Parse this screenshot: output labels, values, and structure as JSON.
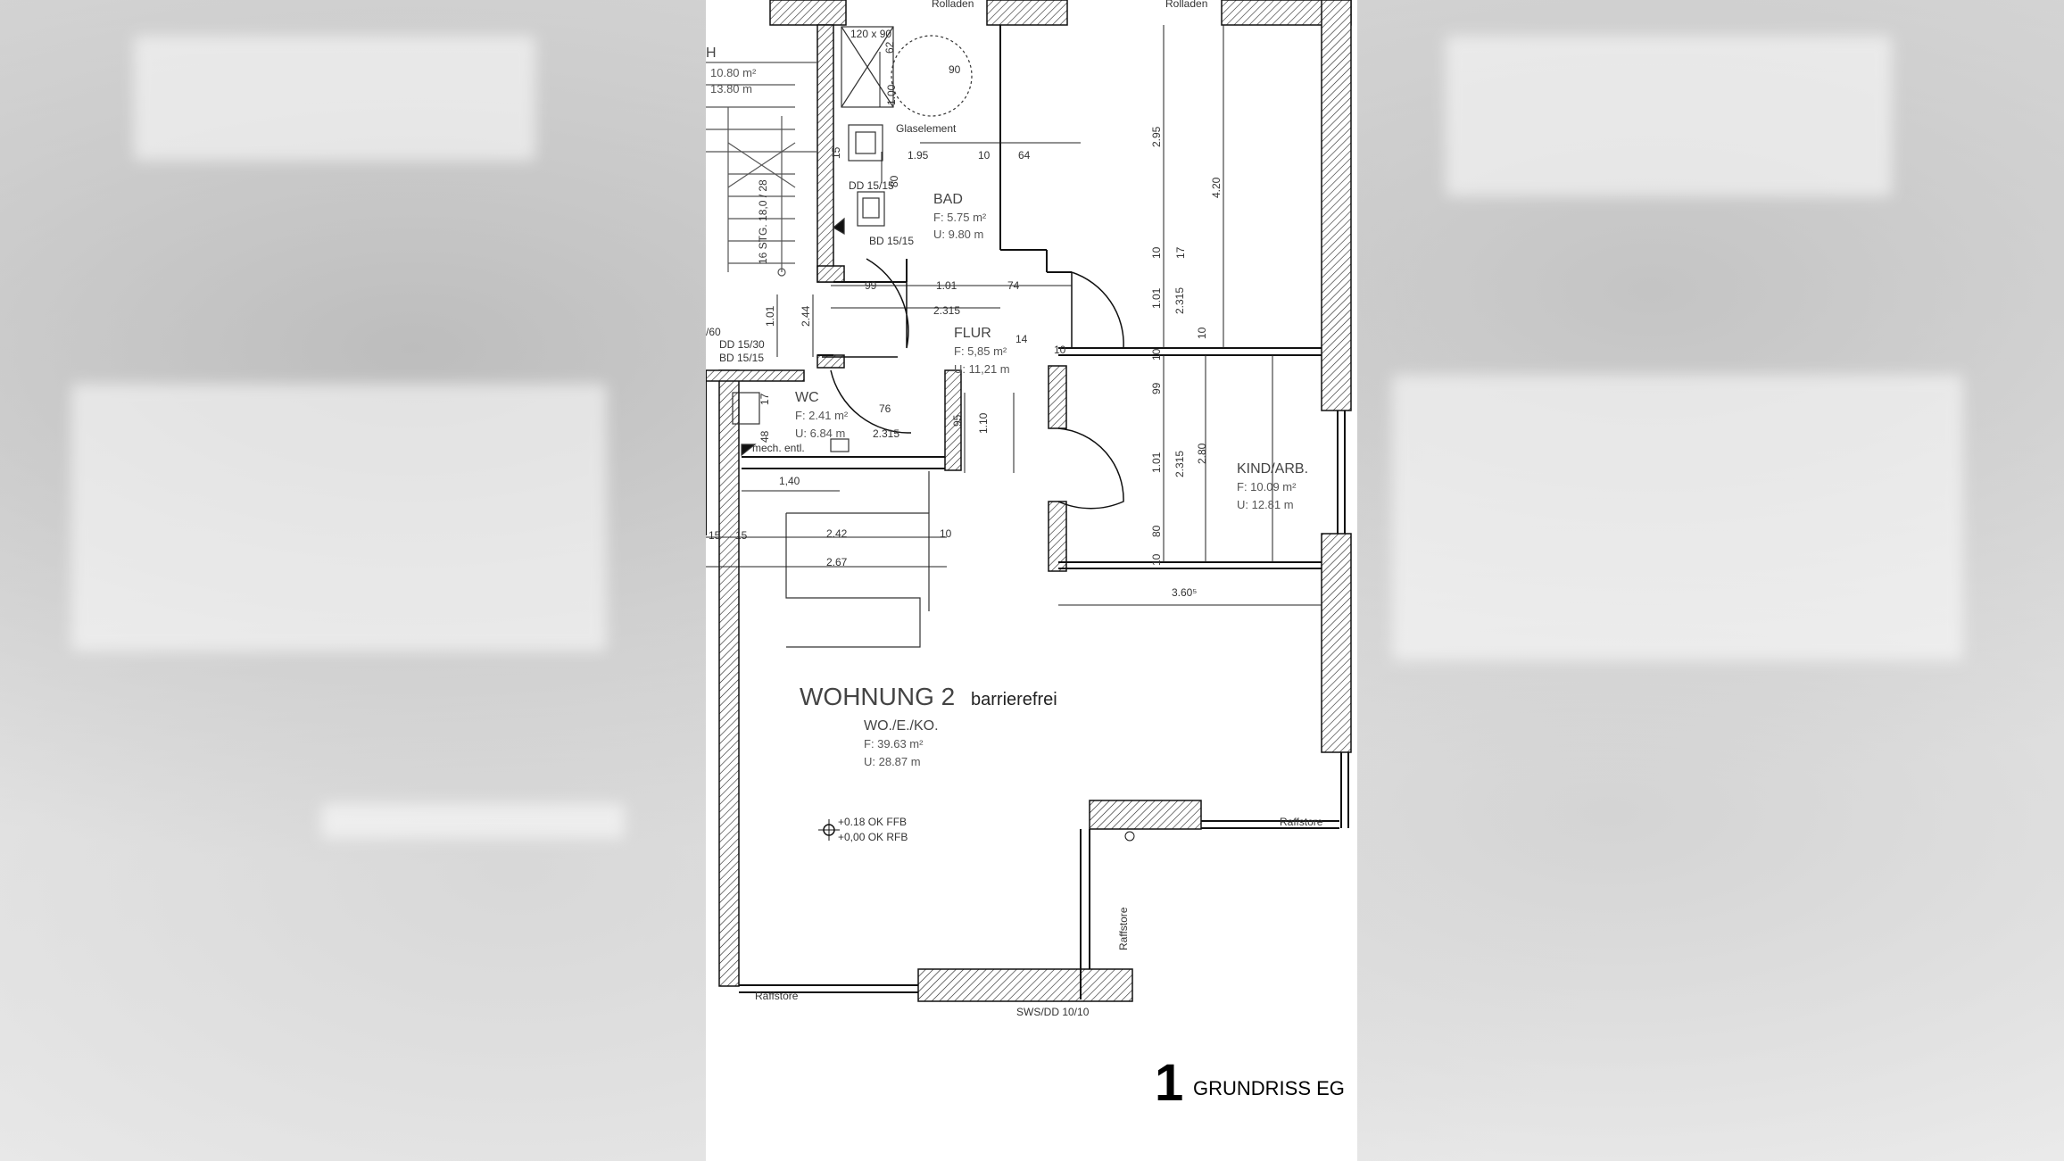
{
  "title": {
    "number": "1",
    "label": "GRUNDRISS EG"
  },
  "apartment": {
    "name": "WOHNUNG 2",
    "note": "barrierefrei"
  },
  "rooms": {
    "wohnen": {
      "name": "WO./E./KO.",
      "area": "F: 39.63 m²",
      "perimeter": "U: 28.87 m"
    },
    "bad": {
      "name": "BAD",
      "area": "F: 5.75 m²",
      "perimeter": "U: 9.80 m"
    },
    "flur": {
      "name": "FLUR",
      "area": "F: 5,85 m²",
      "perimeter": "U: 11,21 m"
    },
    "wc": {
      "name": "WC",
      "area": "F: 2.41 m²",
      "perimeter": "U: 6.84 m"
    },
    "kind": {
      "name": "KIND/ARB.",
      "area": "F: 10.09 m²",
      "perimeter": "U: 12.81 m"
    },
    "treppe": {
      "name": "H",
      "area": "10.80 m²",
      "perimeter": "13.80 m"
    }
  },
  "levels": {
    "ffb": "+0.18 OK FFB",
    "rfb": "+0,00 OK RFB"
  },
  "annotations": {
    "shower": "120 x 90",
    "glass": "Glaselement",
    "dd1": "DD 15/15",
    "bd1": "BD 15/15",
    "dd2": "DD 15/30",
    "bd2": "BD 15/15",
    "stairs": "16 STG. 18,0 / 28",
    "vent": "mech. entl.",
    "raff1": "Raffstore",
    "raff2": "Raffstore",
    "raff3": "Raffstore",
    "rolladen1": "Rolladen",
    "rolladen2": "Rolladen",
    "sws": "SWS/DD 10/10",
    "v60": "/60"
  },
  "dimensions": {
    "d90": "90",
    "d62": "62",
    "d100": "1.00",
    "d195": "1.95",
    "d10a": "10",
    "d64": "64",
    "d80a": "80",
    "d15": "15",
    "d295": "2.95",
    "d420": "4.20",
    "d99a": "99",
    "d101a": "1.01",
    "d74": "74",
    "d2315a": "2.315",
    "d101b": "1.01",
    "d244": "2.44",
    "d14": "14",
    "d10b": "10",
    "d101c": "1.01",
    "d2315b": "2.315",
    "d10c": "10",
    "d17": "17",
    "d10d": "10",
    "d99b": "99",
    "d10e": "10",
    "d76": "76",
    "d2315c": "2.315",
    "d95": "95",
    "d110": "1.10",
    "d17b": "17",
    "d48": "48",
    "d101d": "1.01",
    "d2315d": "2.315",
    "d280": "2.80",
    "d80b": "80",
    "d10f": "10",
    "d140": "1,40",
    "d242": "2.42",
    "d10g": "10",
    "d267": "2.67",
    "d15b": "15",
    "d15c": "15",
    "d3605": "3.60⁵"
  }
}
